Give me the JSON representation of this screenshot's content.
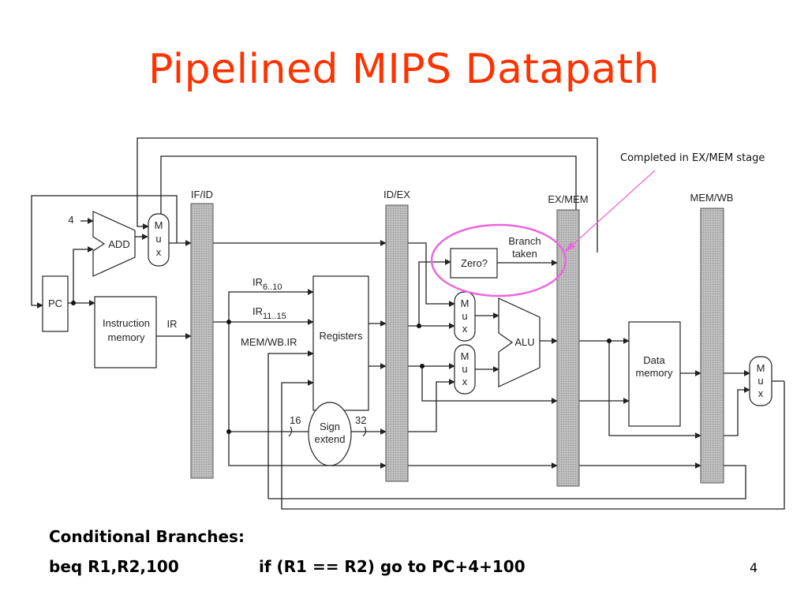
{
  "slide": {
    "title": "Pipelined MIPS Datapath",
    "callout": "Completed in EX/MEM stage",
    "branch_heading": "Conditional Branches:",
    "branch_code": "beq R1,R2,100",
    "branch_desc": "if (R1 == R2) go to PC+4+100",
    "page_number": "4",
    "title_color": "#ff3300",
    "callout_color": "#ee66dd"
  },
  "diagram": {
    "pipeline_registers": [
      "IF/ID",
      "ID/EX",
      "EX/MEM",
      "MEM/WB"
    ],
    "blocks": {
      "pc": "PC",
      "instruction_memory": [
        "Instruction",
        "memory"
      ],
      "add": "ADD",
      "four": "4",
      "mux_letters": [
        "M",
        "u",
        "x"
      ],
      "ir": "IR",
      "registers": "Registers",
      "ir_6_10": {
        "base": "IR",
        "sub": "6..10"
      },
      "ir_11_15": {
        "base": "IR",
        "sub": "11..15"
      },
      "mem_wb_ir": "MEM/WB.IR",
      "sign_extend": [
        "Sign",
        "extend"
      ],
      "bits_in": "16",
      "bits_out": "32",
      "zero": "Zero?",
      "branch_taken": [
        "Branch",
        "taken"
      ],
      "alu": "ALU",
      "data_memory": [
        "Data",
        "memory"
      ]
    }
  }
}
